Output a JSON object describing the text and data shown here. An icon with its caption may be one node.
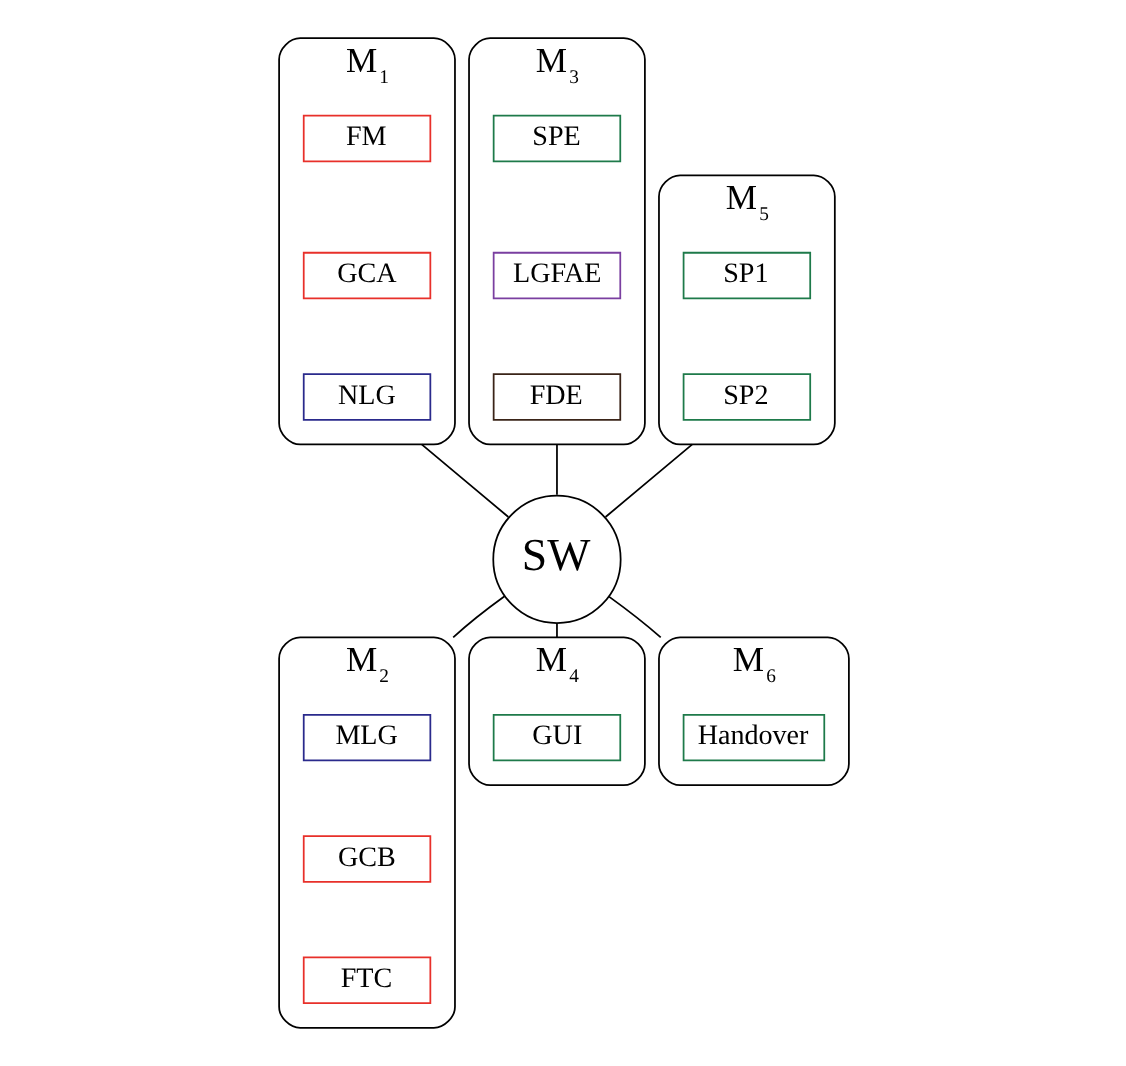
{
  "diagram": {
    "nodes": [
      {
        "text": [
          "M$_{1}$"
        ]
      },
      {
        "text": [
          "FM"
        ],
        "in": 0
      },
      {
        "text": [
          "GCA"
        ],
        "in": 0
      },
      {
        "text": [
          "NLG"
        ],
        "in": 0
      },
      {
        "text": [
          "M$_{3}$"
        ]
      },
      {
        "text": [
          "SPE"
        ],
        "in": 4
      },
      {
        "text": [
          "LGFAE"
        ],
        "in": 4
      },
      {
        "text": [
          "FDE"
        ],
        "in": 4
      },
      {
        "text": [
          "M$_{5}$"
        ]
      },
      {
        "text": [
          "SP1"
        ],
        "in": 8
      },
      {
        "text": [
          "SP2"
        ],
        "in": 8
      },
      {
        "text": [
          "SW"
        ]
      },
      {
        "text": [
          "M$_{2}$"
        ]
      },
      {
        "text": [
          "MLG"
        ],
        "in": 12
      },
      {
        "text": [
          "GCB"
        ],
        "in": 12
      },
      {
        "text": [
          "FTC"
        ],
        "in": 12
      },
      {
        "text": [
          "M$_{4}$"
        ]
      },
      {
        "text": [
          "GUI"
        ],
        "in": 16
      },
      {
        "text": [
          "M$_{6}$"
        ]
      },
      {
        "text": [
          "Handover"
        ],
        "in": 18
      }
    ],
    "edges": [
      {
        "from": 0,
        "to": 11,
        "arrow": "none"
      },
      {
        "from": 4,
        "to": 11,
        "arrow": "none"
      },
      {
        "from": 8,
        "to": 11,
        "arrow": "none"
      },
      {
        "from": 11,
        "to": 12,
        "arrow": "none"
      },
      {
        "from": 11,
        "to": 16,
        "arrow": "none"
      },
      {
        "from": 11,
        "to": 18,
        "arrow": "none"
      }
    ]
  }
}
